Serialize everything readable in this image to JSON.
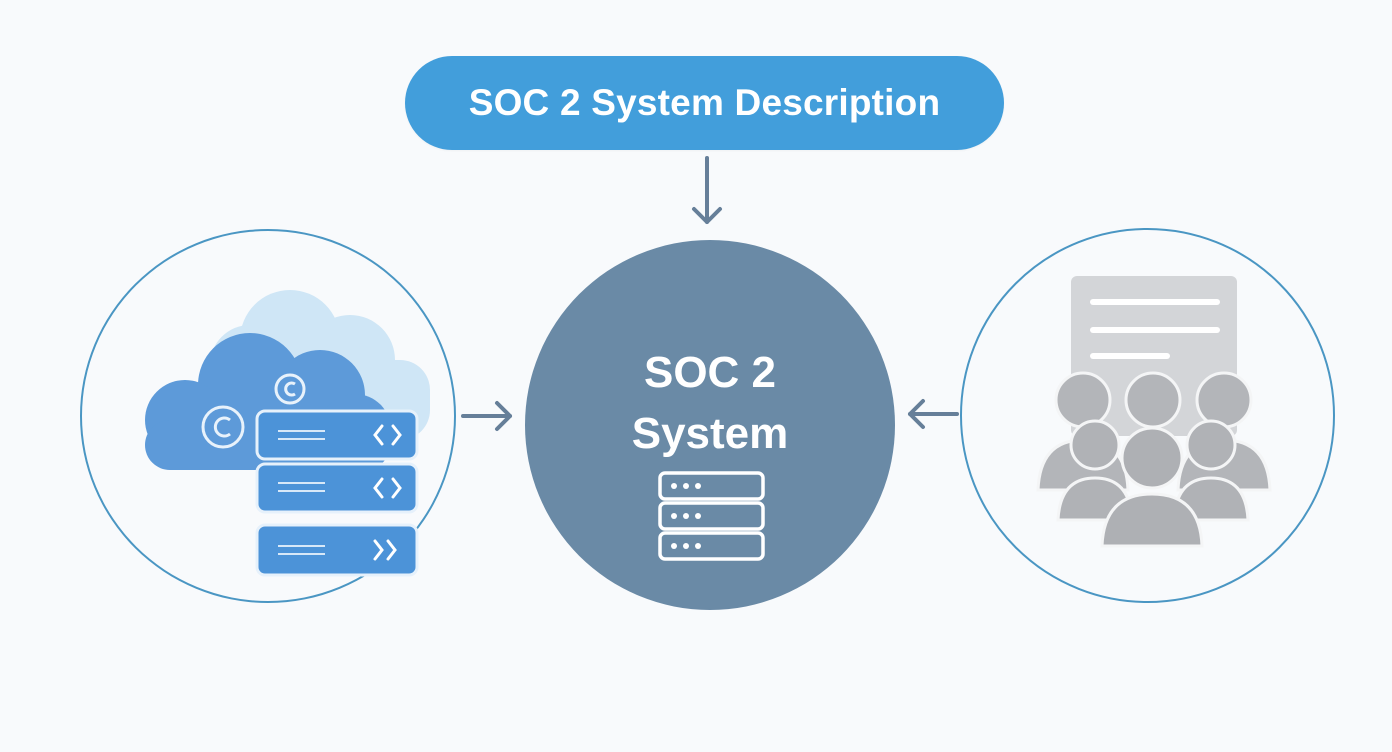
{
  "header": {
    "title": "SOC 2 System Description"
  },
  "center": {
    "title_line1": "SOC 2",
    "title_line2": "System",
    "icon": "server-rack-icon"
  },
  "left_node": {
    "icon": "cloud-infrastructure-icon",
    "rows": [
      {
        "icon": "code-brackets-icon"
      },
      {
        "icon": "code-brackets-icon"
      },
      {
        "icon": "double-chevron-right-icon"
      }
    ]
  },
  "right_node": {
    "icon": "people-group-document-icon"
  },
  "connectors": [
    "arrow-down-icon",
    "arrow-right-icon",
    "arrow-left-icon"
  ],
  "colors": {
    "header_fill": "#429edb",
    "center_fill": "#6a8aa6",
    "ring_stroke": "#4a96c3",
    "arrow": "#667f99",
    "cloud_light": "#cfe6f6",
    "cloud_main": "#5d9ad9",
    "row_fill": "#4c93d8",
    "people": "#aeb0b4",
    "document": "#d3d5d8"
  }
}
